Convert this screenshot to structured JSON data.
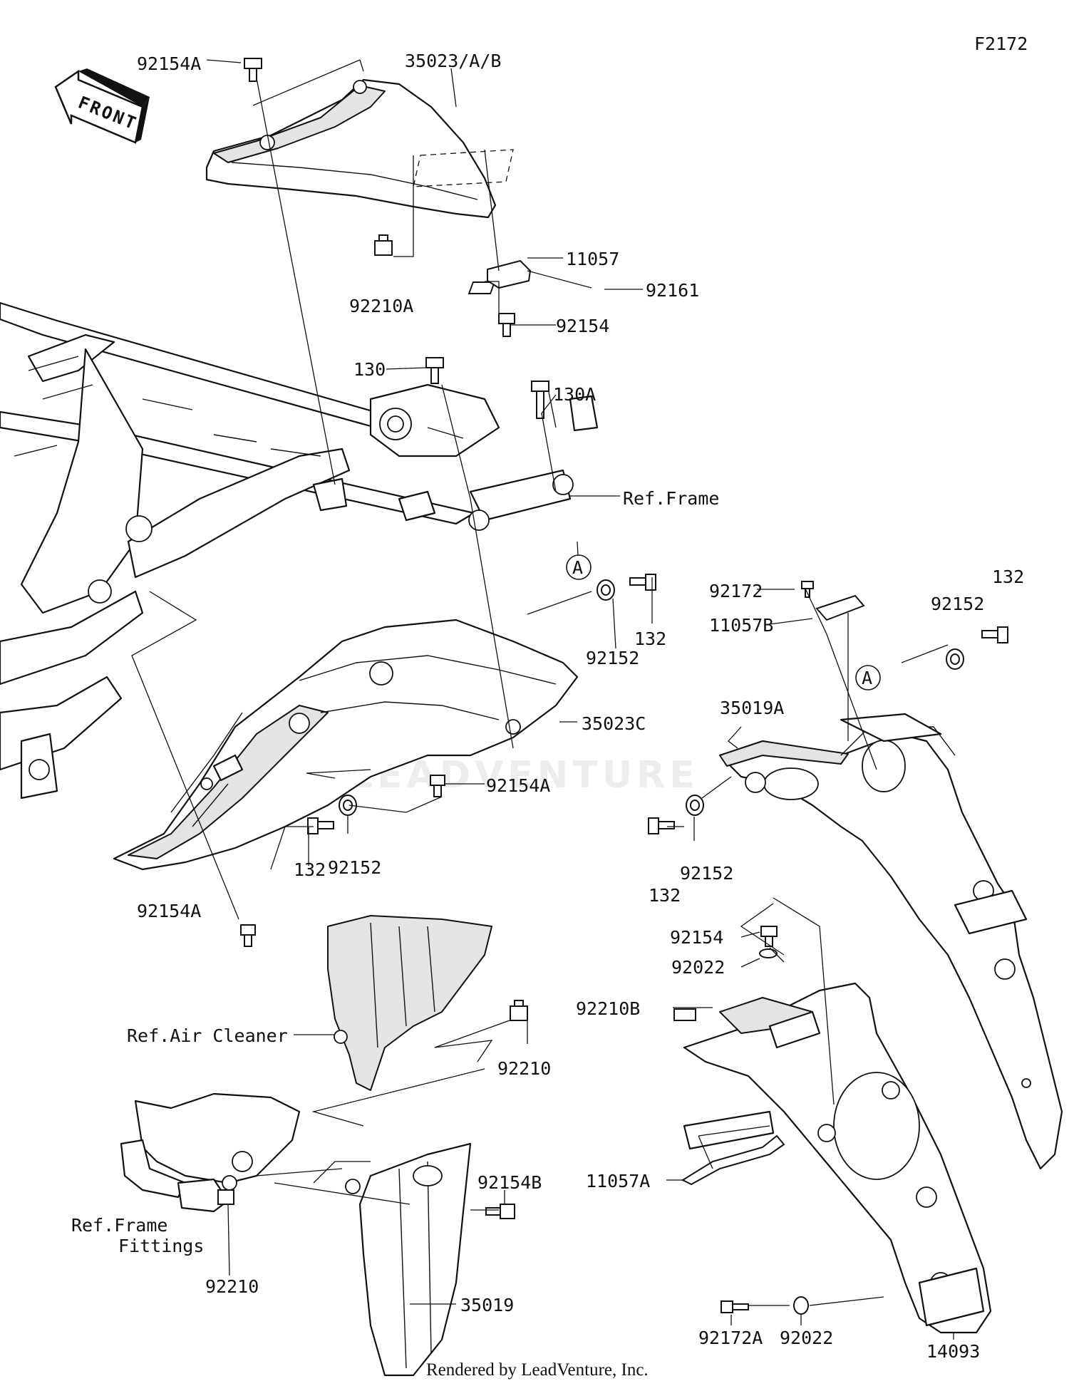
{
  "figure_code": "F2172",
  "watermark": "LEADVENTURE",
  "footer": "Rendered by LeadVenture, Inc.",
  "front_label": "FRONT",
  "ref_labels": {
    "frame": "Ref.Frame",
    "air_cleaner": "Ref.Air Cleaner",
    "frame_fittings_line1": "Ref.Frame",
    "frame_fittings_line2": "Fittings"
  },
  "callout_letter": "A",
  "parts": {
    "p92154A_top": "92154A",
    "p35023AB": "35023/A/B",
    "p11057": "11057",
    "p92161": "92161",
    "p92210A": "92210A",
    "p92154_top": "92154",
    "p130": "130",
    "p130A": "130A",
    "p132_mid": "132",
    "p92152_mid": "92152",
    "p35023C": "35023C",
    "p92154A_mid": "92154A",
    "p132_left": "132",
    "p92152_left": "92152",
    "p92154A_bot": "92154A",
    "p92172": "92172",
    "p11057B": "11057B",
    "p132_right": "132",
    "p92152_right_top": "92152",
    "p35019A": "35019A",
    "p132_right2": "132",
    "p92152_right2": "92152",
    "p92154_right": "92154",
    "p92022_top": "92022",
    "p92210B": "92210B",
    "p92210_right": "92210",
    "p92154B": "92154B",
    "p11057A": "11057A",
    "p92210_left": "92210",
    "p35019": "35019",
    "p92172A": "92172A",
    "p92022_bot": "92022",
    "p14093": "14093"
  }
}
